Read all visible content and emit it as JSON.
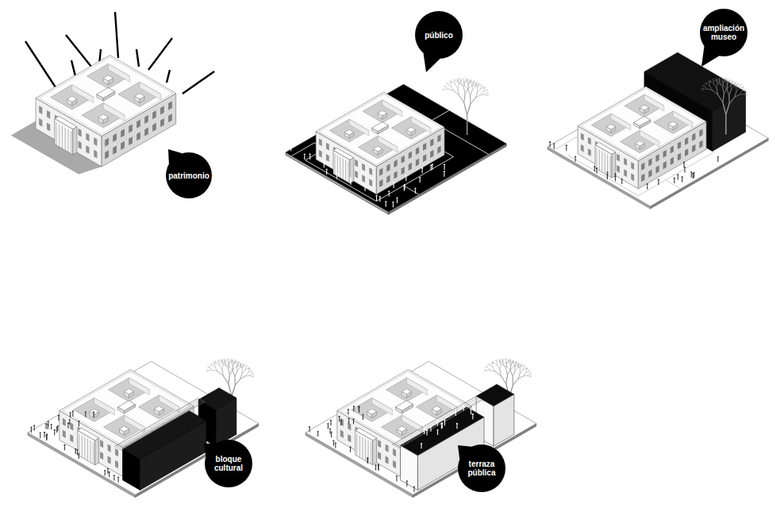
{
  "diagram": {
    "nodes": [
      {
        "text": [
          "patrimonio"
        ]
      },
      {
        "text": [
          "público"
        ]
      },
      {
        "text": [
          "ampliación museo"
        ]
      },
      {
        "text": [
          "bloque cultural"
        ]
      },
      {
        "text": [
          "terraza pública"
        ]
      }
    ]
  }
}
